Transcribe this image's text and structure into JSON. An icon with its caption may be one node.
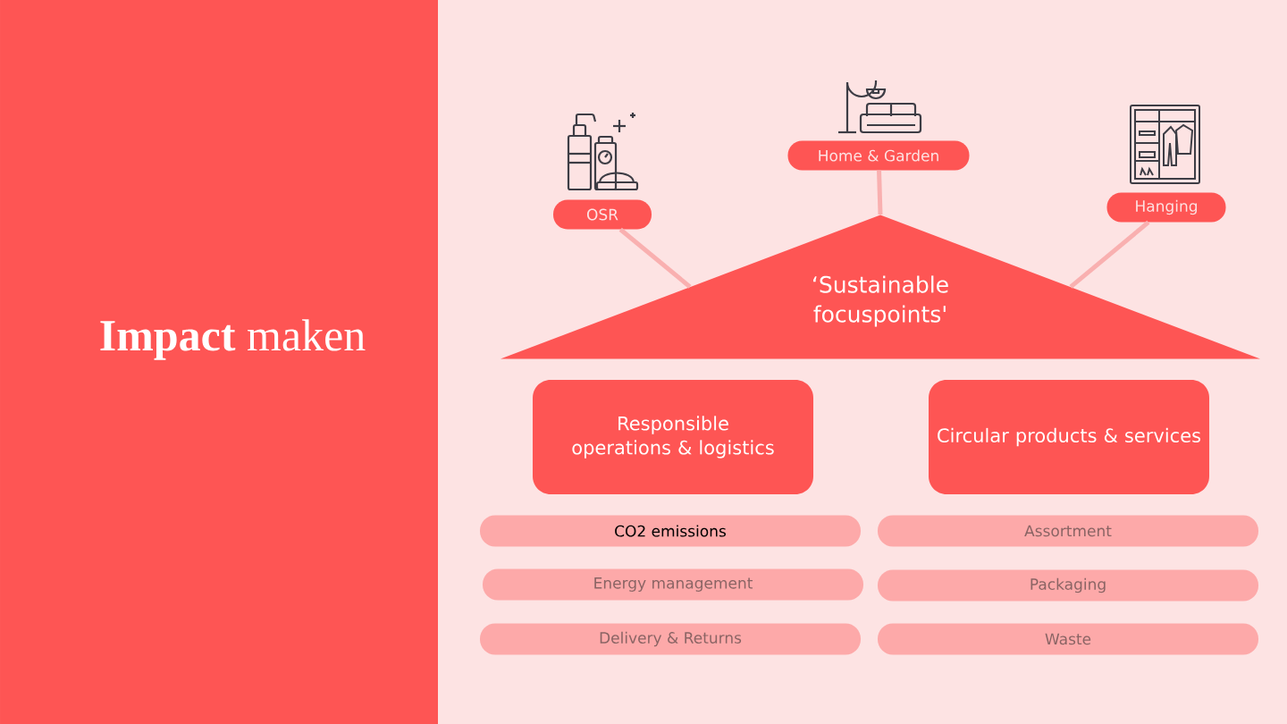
{
  "diagram": {
    "title": "**Impact** maken",
    "nodes": [
      {
        "text": [
          "OSR"
        ]
      },
      {
        "text": [
          "Home & Garden"
        ]
      },
      {
        "text": [
          "Hanging"
        ]
      },
      {
        "text": [
          "‘Sustainable focuspoints'"
        ]
      },
      {
        "text": [
          "Responsible operations & logistics"
        ]
      },
      {
        "text": [
          "Circular products & services"
        ]
      },
      {
        "text": [
          "CO2 emissions"
        ]
      },
      {
        "text": [
          "Assortment"
        ]
      },
      {
        "text": [
          "Energy management"
        ]
      },
      {
        "text": [
          "Packaging"
        ]
      },
      {
        "text": [
          "Delivery & Returns"
        ]
      },
      {
        "text": [
          "Waste"
        ]
      }
    ],
    "edges": [
      {
        "from": 0,
        "to": 3,
        "arrow": "none"
      },
      {
        "from": 1,
        "to": 3,
        "arrow": "none"
      },
      {
        "from": 2,
        "to": 3,
        "arrow": "none"
      }
    ]
  }
}
